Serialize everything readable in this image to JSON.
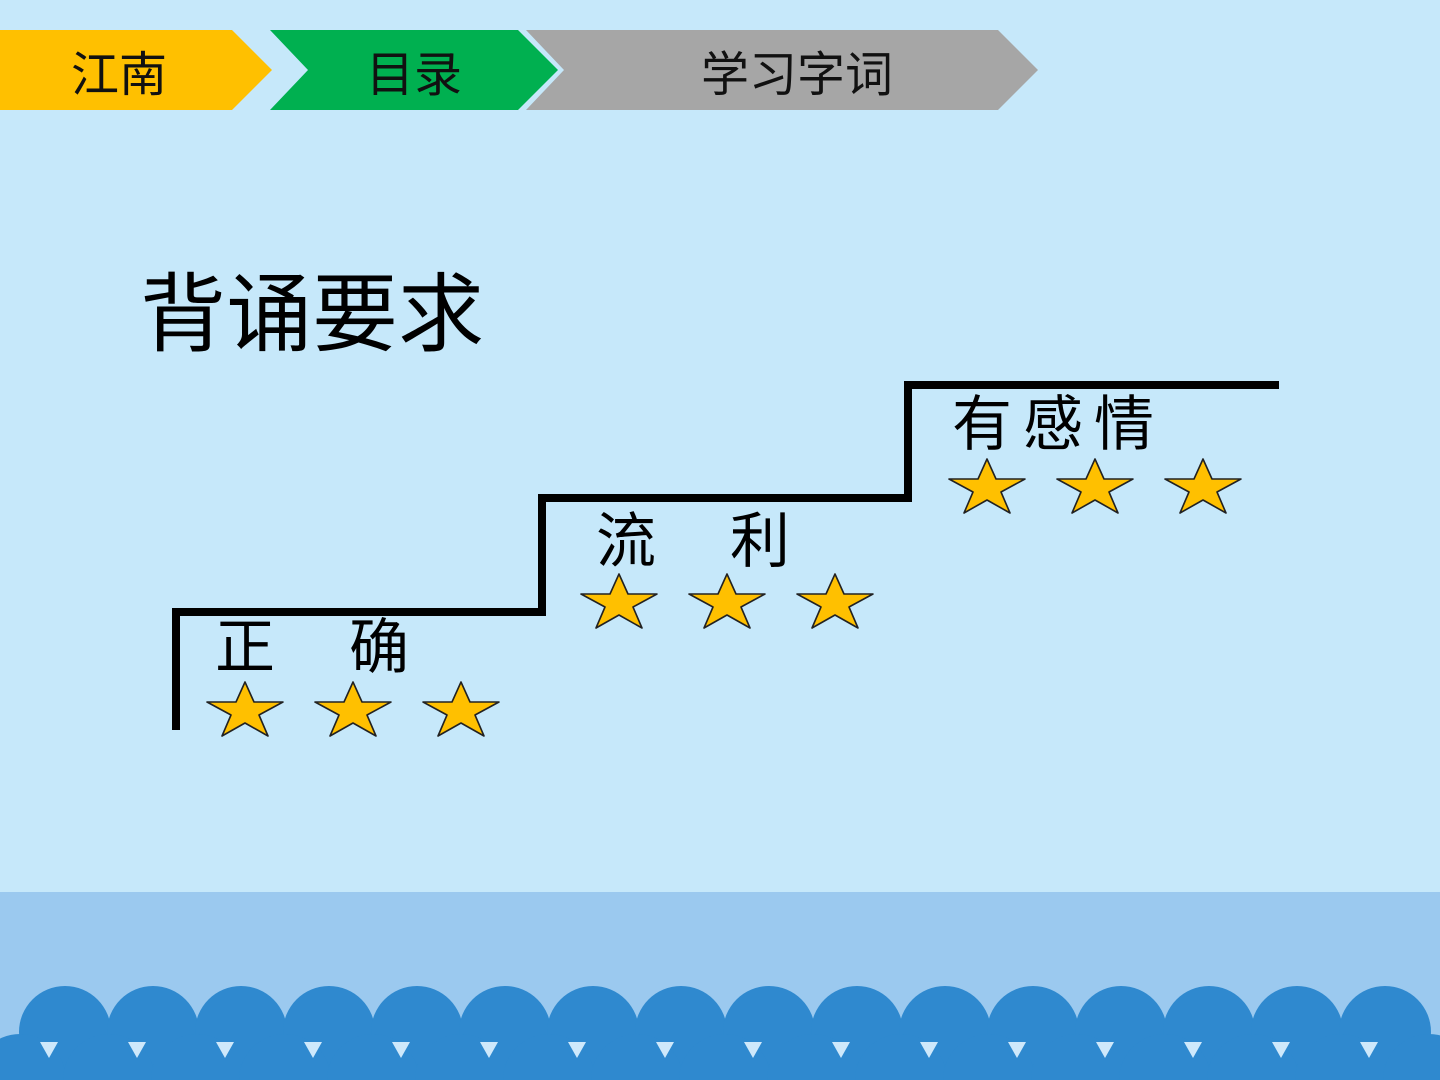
{
  "nav": {
    "items": [
      {
        "label": "江南"
      },
      {
        "label": "目录"
      },
      {
        "label": "学习字词"
      }
    ]
  },
  "title": "背诵要求",
  "steps": [
    {
      "label": "正确",
      "stars": 3
    },
    {
      "label": "流利",
      "stars": 3
    },
    {
      "label": "有感情",
      "stars": 3
    }
  ],
  "colors": {
    "background": "#c6e8fa",
    "nav_yellow": "#ffc000",
    "nav_green": "#00b050",
    "nav_gray": "#a6a6a6",
    "star_fill": "#ffc000",
    "bottom_band": "#9bc9ef",
    "wave_blue": "#2f89cf",
    "line": "#000000"
  },
  "icons": {
    "star": "star-icon"
  }
}
